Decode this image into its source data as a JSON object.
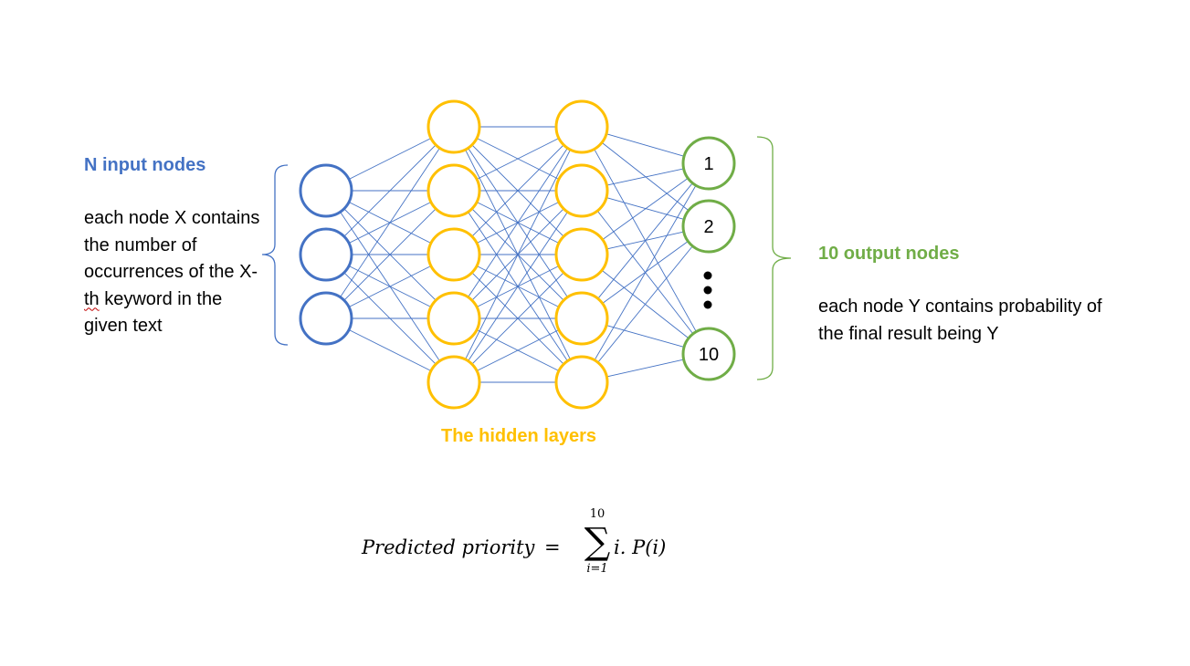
{
  "input_label": {
    "title": "N input nodes",
    "desc_prefix": "each node X contains the number of occurrences of the ",
    "desc_x": "X-",
    "desc_th": "th",
    "desc_suffix": " keyword in the given text"
  },
  "hidden_label": {
    "title": "The hidden layers"
  },
  "output_label": {
    "title": "10 output nodes",
    "desc": "each node Y contains probability of the final result being Y"
  },
  "output_nodes": [
    "1",
    "2",
    "10"
  ],
  "formula": {
    "lhs": "Predicted priority",
    "equals": "=",
    "sum_upper": "10",
    "sum_symbol": "∑",
    "sum_lower": "i=1",
    "rhs": "i. P(i)"
  },
  "colors": {
    "input": "#4472c4",
    "hidden": "#ffc000",
    "output": "#70ad47",
    "edge": "#4472c4"
  }
}
